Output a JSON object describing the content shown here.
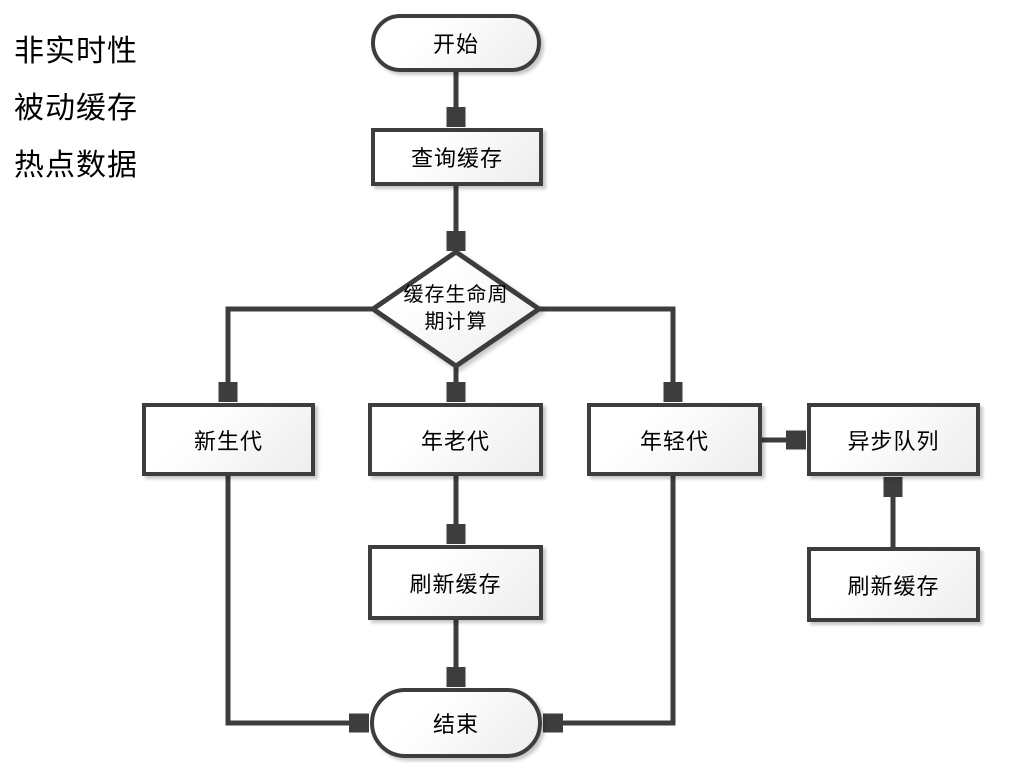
{
  "caption": {
    "lines": [
      "非实时性",
      "被动缓存",
      "热点数据"
    ]
  },
  "nodes": {
    "start": {
      "label": "开始",
      "shape": "stadium"
    },
    "query_cache": {
      "label": "查询缓存",
      "shape": "rect"
    },
    "lifecycle_decision": {
      "label": "缓存生命周\n期计算",
      "shape": "diamond"
    },
    "new_generation": {
      "label": "新生代",
      "shape": "rect"
    },
    "old_generation": {
      "label": "年老代",
      "shape": "rect"
    },
    "young_generation": {
      "label": "年轻代",
      "shape": "rect"
    },
    "async_queue": {
      "label": "异步队列",
      "shape": "rect"
    },
    "refresh_cache_mid": {
      "label": "刷新缓存",
      "shape": "rect"
    },
    "refresh_cache_right": {
      "label": "刷新缓存",
      "shape": "rect"
    },
    "end": {
      "label": "结束",
      "shape": "stadium"
    }
  },
  "edges": [
    {
      "from": "start",
      "to": "query_cache"
    },
    {
      "from": "query_cache",
      "to": "lifecycle_decision"
    },
    {
      "from": "lifecycle_decision",
      "to": "new_generation"
    },
    {
      "from": "lifecycle_decision",
      "to": "old_generation"
    },
    {
      "from": "lifecycle_decision",
      "to": "young_generation"
    },
    {
      "from": "young_generation",
      "to": "async_queue"
    },
    {
      "from": "old_generation",
      "to": "refresh_cache_mid"
    },
    {
      "from": "refresh_cache_mid",
      "to": "end"
    },
    {
      "from": "new_generation",
      "to": "end"
    },
    {
      "from": "young_generation",
      "to": "end"
    },
    {
      "from": "refresh_cache_right",
      "to": "async_queue"
    }
  ],
  "colors": {
    "stroke": "#3d3d3d",
    "fill_light": "#ffffff",
    "fill_shade": "#ededed",
    "text": "#000000"
  }
}
